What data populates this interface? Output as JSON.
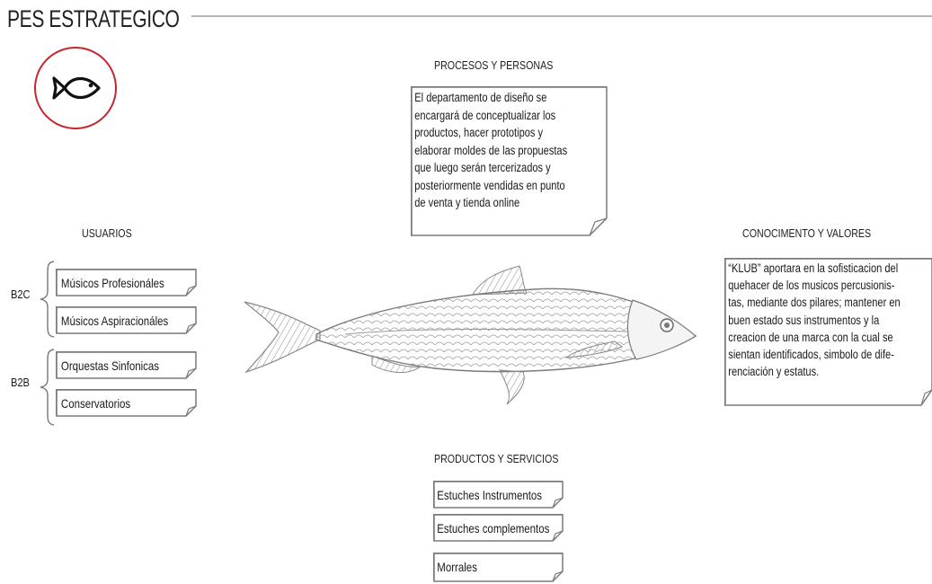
{
  "header": {
    "title": "PES ESTRATEGICO",
    "badge_icon": "fish-icon",
    "badge_color": "#c8242b"
  },
  "illustration": {
    "icon": "sardine-illustration"
  },
  "procesos": {
    "heading": "PROCESOS Y PERSONAS",
    "lines": [
      "El departamento de diseño se",
      "encargará de conceptualizar los",
      "productos, hacer prototipos y",
      "elaborar moldes de las propuestas",
      "que luego serán tercerizados y",
      "posteriormente  vendidas en punto",
      "de venta y tienda online"
    ]
  },
  "usuarios": {
    "heading": "USUARIOS",
    "segments": [
      {
        "label": "B2C",
        "items": [
          "Músicos Profesionáles",
          "Músicos Aspiracionáles"
        ]
      },
      {
        "label": "B2B",
        "items": [
          "Orquestas Sinfonicas",
          "Conservatorios"
        ]
      }
    ]
  },
  "conocimiento": {
    "heading": "CONOCIMENTO Y VALORES",
    "lines": [
      "“KLUB” aportara en la sofisticacion del",
      "quehacer de los musicos percusionis-",
      "tas, mediante dos pilares; mantener en",
      "buen estado sus instrumentos y la",
      "creacion de una marca con la cual se",
      "sientan identificados, simbolo de dife-",
      "renciación y estatus."
    ]
  },
  "productos": {
    "heading": "PRODUCTOS Y SERVICIOS",
    "items": [
      "Estuches Instrumentos",
      "Estuches complementos",
      "Morrales"
    ]
  }
}
